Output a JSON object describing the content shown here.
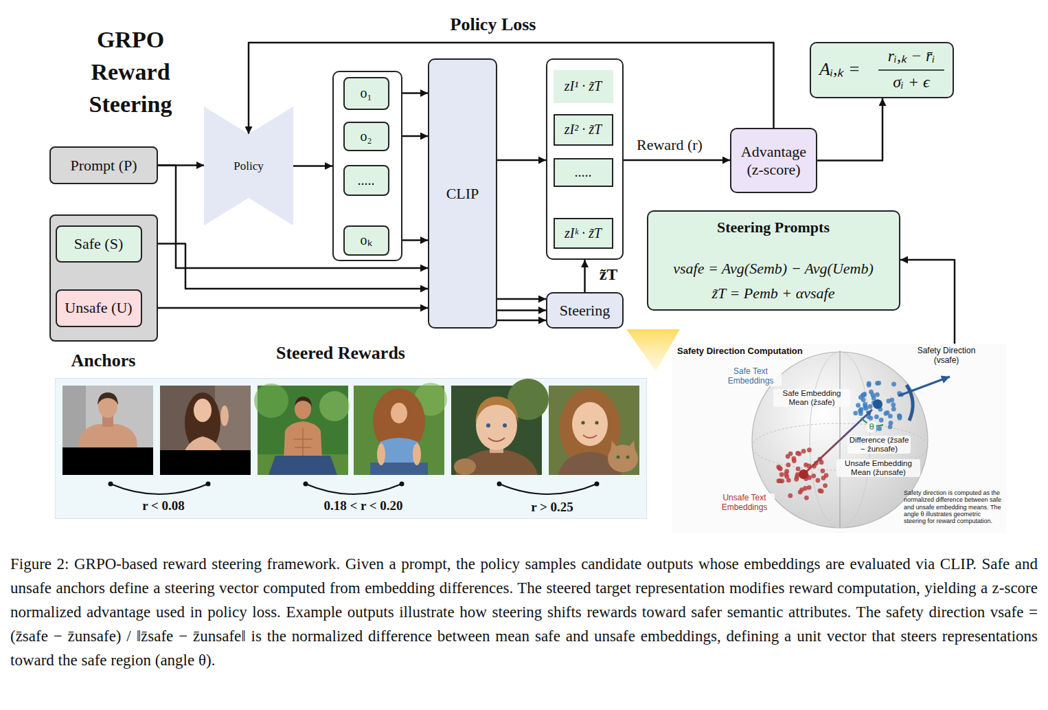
{
  "diagram": {
    "title": "GRPO Reward Steering",
    "caption": "Figure 2: GRPO-based reward steering framework. Given a prompt, the policy samples candidate outputs whose embeddings are evaluated via CLIP. Safe and unsafe anchors define a steering vector computed from embedding differences. The steered target representation modifies reward computation, yielding a z-score normalized advantage used in policy loss. Example outputs illustrate how steering shifts rewards toward safer semantic attributes. The safety direction vsafe = (z̄safe − z̄unsafe) / ‖z̄safe − z̄unsafe‖ is the normalized difference between mean safe and unsafe embeddings, defining a unit vector that steers representations toward the safe region (angle θ).",
    "nodes": [
      {
        "text": [
          "Prompt (P)"
        ]
      },
      {
        "text": [
          "Anchors"
        ]
      },
      {
        "text": [
          "Safe (S)"
        ],
        "in": 1
      },
      {
        "text": [
          "Unsafe (U)"
        ],
        "in": 1
      },
      {
        "text": [
          "Policy"
        ]
      },
      {
        "text": []
      },
      {
        "text": [
          "o₁"
        ],
        "in": 5
      },
      {
        "text": [
          "o₂"
        ],
        "in": 5
      },
      {
        "text": [
          "....."
        ],
        "in": 5
      },
      {
        "text": [
          "oₖ"
        ],
        "in": 5
      },
      {
        "text": [
          "CLIP"
        ]
      },
      {
        "text": []
      },
      {
        "text": [
          "zI¹ · z̃T"
        ],
        "in": 11
      },
      {
        "text": [
          "zI² · z̃T"
        ],
        "in": 11
      },
      {
        "text": [
          "....."
        ],
        "in": 11
      },
      {
        "text": [
          "zIᵏ · z̃T"
        ],
        "in": 11
      },
      {
        "text": [
          "Steering"
        ]
      },
      {
        "text": [
          "Advantage (z-score)"
        ]
      },
      {
        "text": [
          "Aᵢ,ₖ =",
          "rᵢ,ₖ − r̄ᵢ",
          "σᵢ + ϵ"
        ]
      },
      {
        "text": [
          "Steering Prompts",
          "vsafe = Avg(Semb) − Avg(Uemb)",
          "z̃T = Pemb + αvsafe"
        ]
      },
      {
        "text": [
          "Steered Rewards",
          "r < 0.08",
          "0.18 < r < 0.20",
          "r > 0.25"
        ]
      },
      {
        "text": [
          "Safety Direction Computation",
          "Safe Text Embeddings",
          "Safety Direction (vsafe)",
          "Safe Embedding Mean (z̄safe)",
          "θ",
          "Difference (z̄safe − z̄unsafe)",
          "Unsafe Embedding Mean (z̄unsafe)",
          "Unsafe Text Embeddings",
          "Safety direction is computed as the normalized difference between safe and unsafe embedding means. The angle θ illustrates geometric steering for reward computation."
        ]
      }
    ],
    "edges": [
      {
        "from": 0,
        "to": 4,
        "arrow": "to"
      },
      {
        "from": 4,
        "to": 5,
        "arrow": "to"
      },
      {
        "from": 6,
        "to": 10,
        "arrow": "to"
      },
      {
        "from": 7,
        "to": 10,
        "arrow": "to"
      },
      {
        "from": 9,
        "to": 10,
        "arrow": "to"
      },
      {
        "from": 0,
        "to": 10,
        "arrow": "to"
      },
      {
        "from": 2,
        "to": 10,
        "arrow": "to"
      },
      {
        "from": 3,
        "to": 10,
        "arrow": "to"
      },
      {
        "from": 10,
        "to": 11,
        "arrow": "to"
      },
      {
        "from": 10,
        "to": 16,
        "arrow": "to"
      },
      {
        "from": 10,
        "to": 16,
        "arrow": "to"
      },
      {
        "from": 10,
        "to": 16,
        "arrow": "to"
      },
      {
        "from": 16,
        "to": 11,
        "arrow": "to",
        "label": "z̃T"
      },
      {
        "from": 11,
        "to": 17,
        "arrow": "to",
        "label": "Reward (r)"
      },
      {
        "from": 17,
        "to": 18,
        "arrow": "to"
      },
      {
        "from": 17,
        "to": 4,
        "arrow": "to",
        "label": "Policy Loss"
      },
      {
        "from": 21,
        "to": 19,
        "arrow": "to"
      }
    ]
  }
}
